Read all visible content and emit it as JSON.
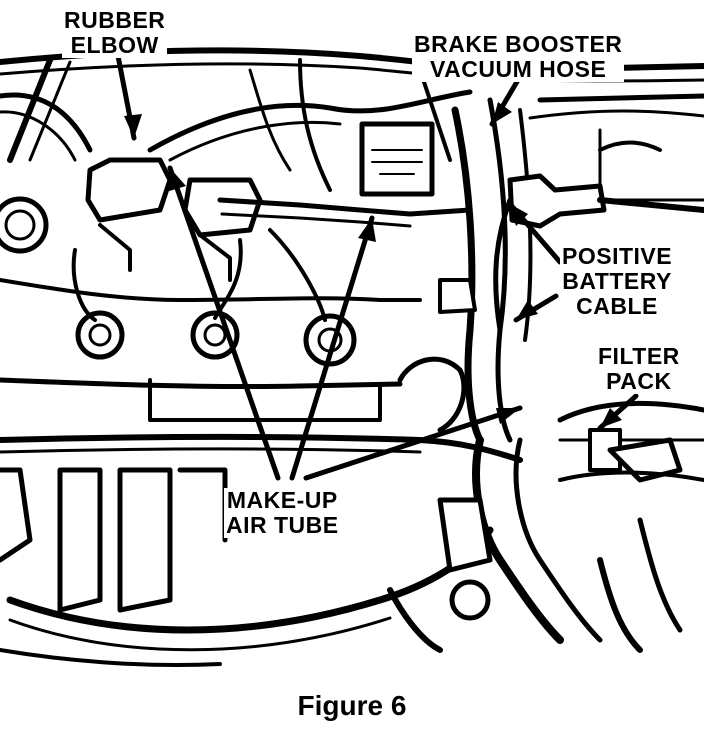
{
  "labels": {
    "rubber_elbow": [
      "RUBBER",
      "ELBOW"
    ],
    "brake_booster": [
      "BRAKE BOOSTER",
      "VACUUM HOSE"
    ],
    "positive_battery": [
      "POSITIVE",
      "BATTERY",
      "CABLE"
    ],
    "filter_pack": [
      "FILTER",
      "PACK"
    ],
    "makeup_air": [
      "MAKE-UP",
      "AIR TUBE"
    ]
  },
  "caption": "Figure 6",
  "colors": {
    "ink": "#000000",
    "paper": "#ffffff"
  }
}
